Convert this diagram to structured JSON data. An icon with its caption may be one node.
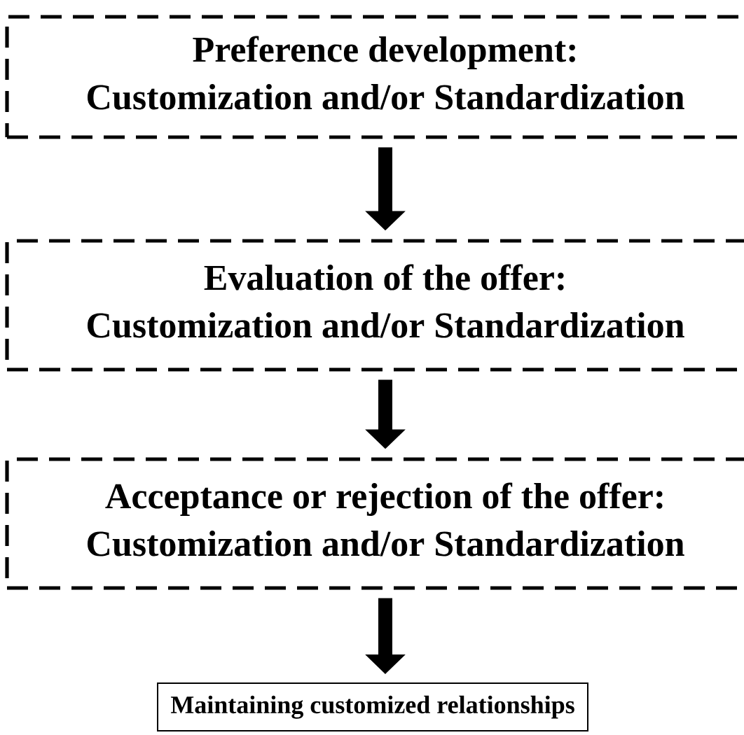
{
  "diagram": {
    "nodes": [
      {
        "text": [
          "Preference development:",
          "Customization and/or Standardization"
        ]
      },
      {
        "text": [
          "Evaluation of the offer:",
          "Customization and/or Standardization"
        ]
      },
      {
        "text": [
          "Acceptance or rejection of the offer:",
          "Customization and/or Standardization"
        ]
      },
      {
        "text": [
          "Maintaining customized relationships"
        ]
      }
    ],
    "edges": [
      {
        "from": 0,
        "to": 1,
        "arrow": "to"
      },
      {
        "from": 1,
        "to": 2,
        "arrow": "to"
      },
      {
        "from": 2,
        "to": 3,
        "arrow": "to"
      }
    ]
  }
}
